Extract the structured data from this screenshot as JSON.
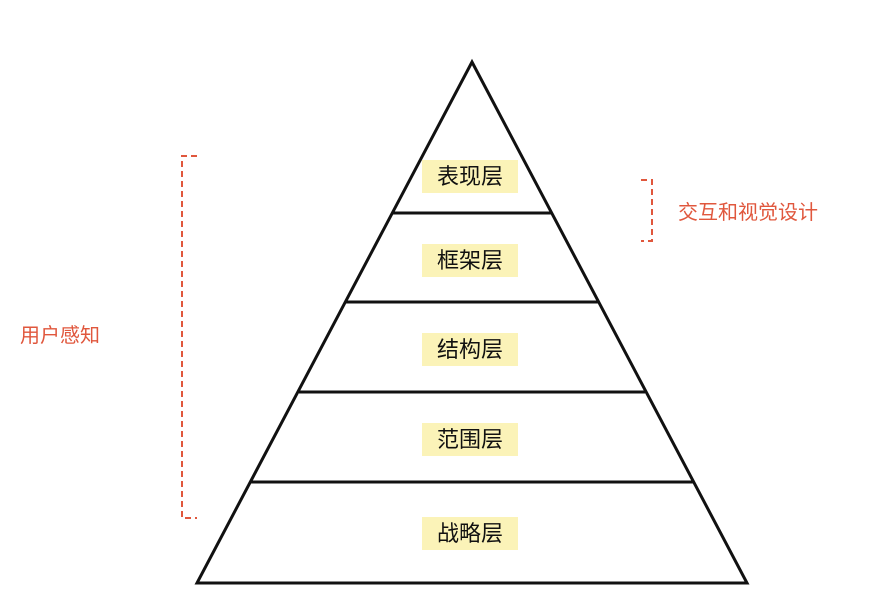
{
  "diagram": {
    "layers": [
      {
        "label": "表现层"
      },
      {
        "label": "框架层"
      },
      {
        "label": "结构层"
      },
      {
        "label": "范围层"
      },
      {
        "label": "战略层"
      }
    ],
    "brackets": {
      "left": {
        "label": "用户感知"
      },
      "right": {
        "label": "交互和视觉设计"
      }
    },
    "colors": {
      "outline": "#111111",
      "label_highlight": "#fbf3b8",
      "bracket": "#e0573d"
    }
  }
}
